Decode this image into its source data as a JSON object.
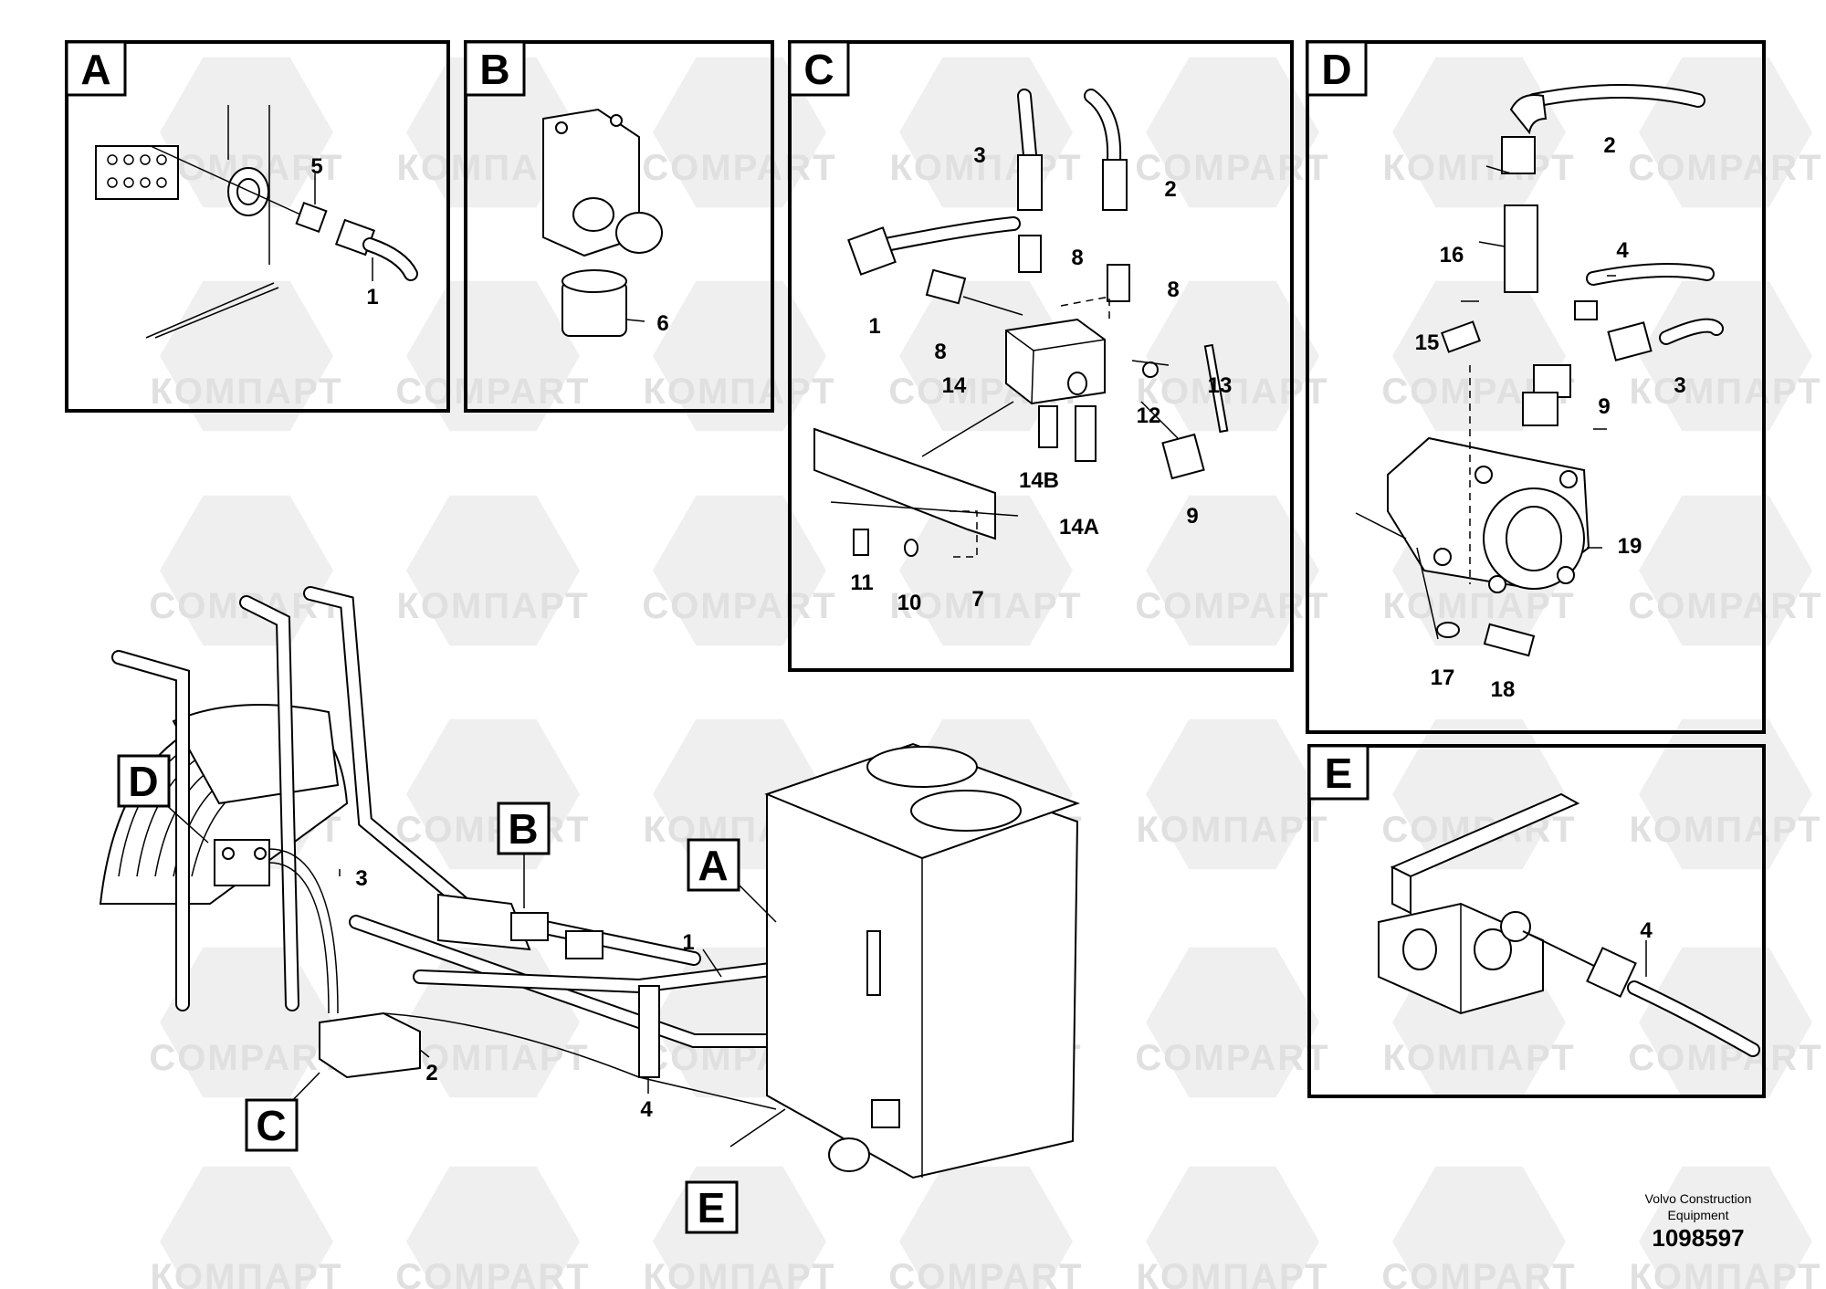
{
  "watermarks": {
    "latin": "COMPART",
    "cyrillic": "КОМПАРТ"
  },
  "panels": {
    "A": {
      "letter": "A",
      "labels": [
        "5",
        "1"
      ]
    },
    "B": {
      "letter": "B",
      "labels": [
        "6"
      ]
    },
    "C": {
      "letter": "C",
      "labels": [
        "3",
        "2",
        "8",
        "8",
        "1",
        "8",
        "14",
        "12",
        "13",
        "14B",
        "14A",
        "9",
        "11",
        "10",
        "7"
      ]
    },
    "D": {
      "letter": "D",
      "labels": [
        "2",
        "16",
        "4",
        "15",
        "3",
        "9",
        "19",
        "17",
        "18"
      ]
    },
    "E": {
      "letter": "E",
      "labels": [
        "4"
      ]
    }
  },
  "overview": {
    "callouts": [
      "D",
      "B",
      "A",
      "C",
      "E"
    ],
    "labels": [
      "3",
      "1",
      "2",
      "4"
    ]
  },
  "footer": {
    "title_line1": "Volvo Construction",
    "title_line2": "Equipment",
    "drawing_number": "1098597"
  }
}
